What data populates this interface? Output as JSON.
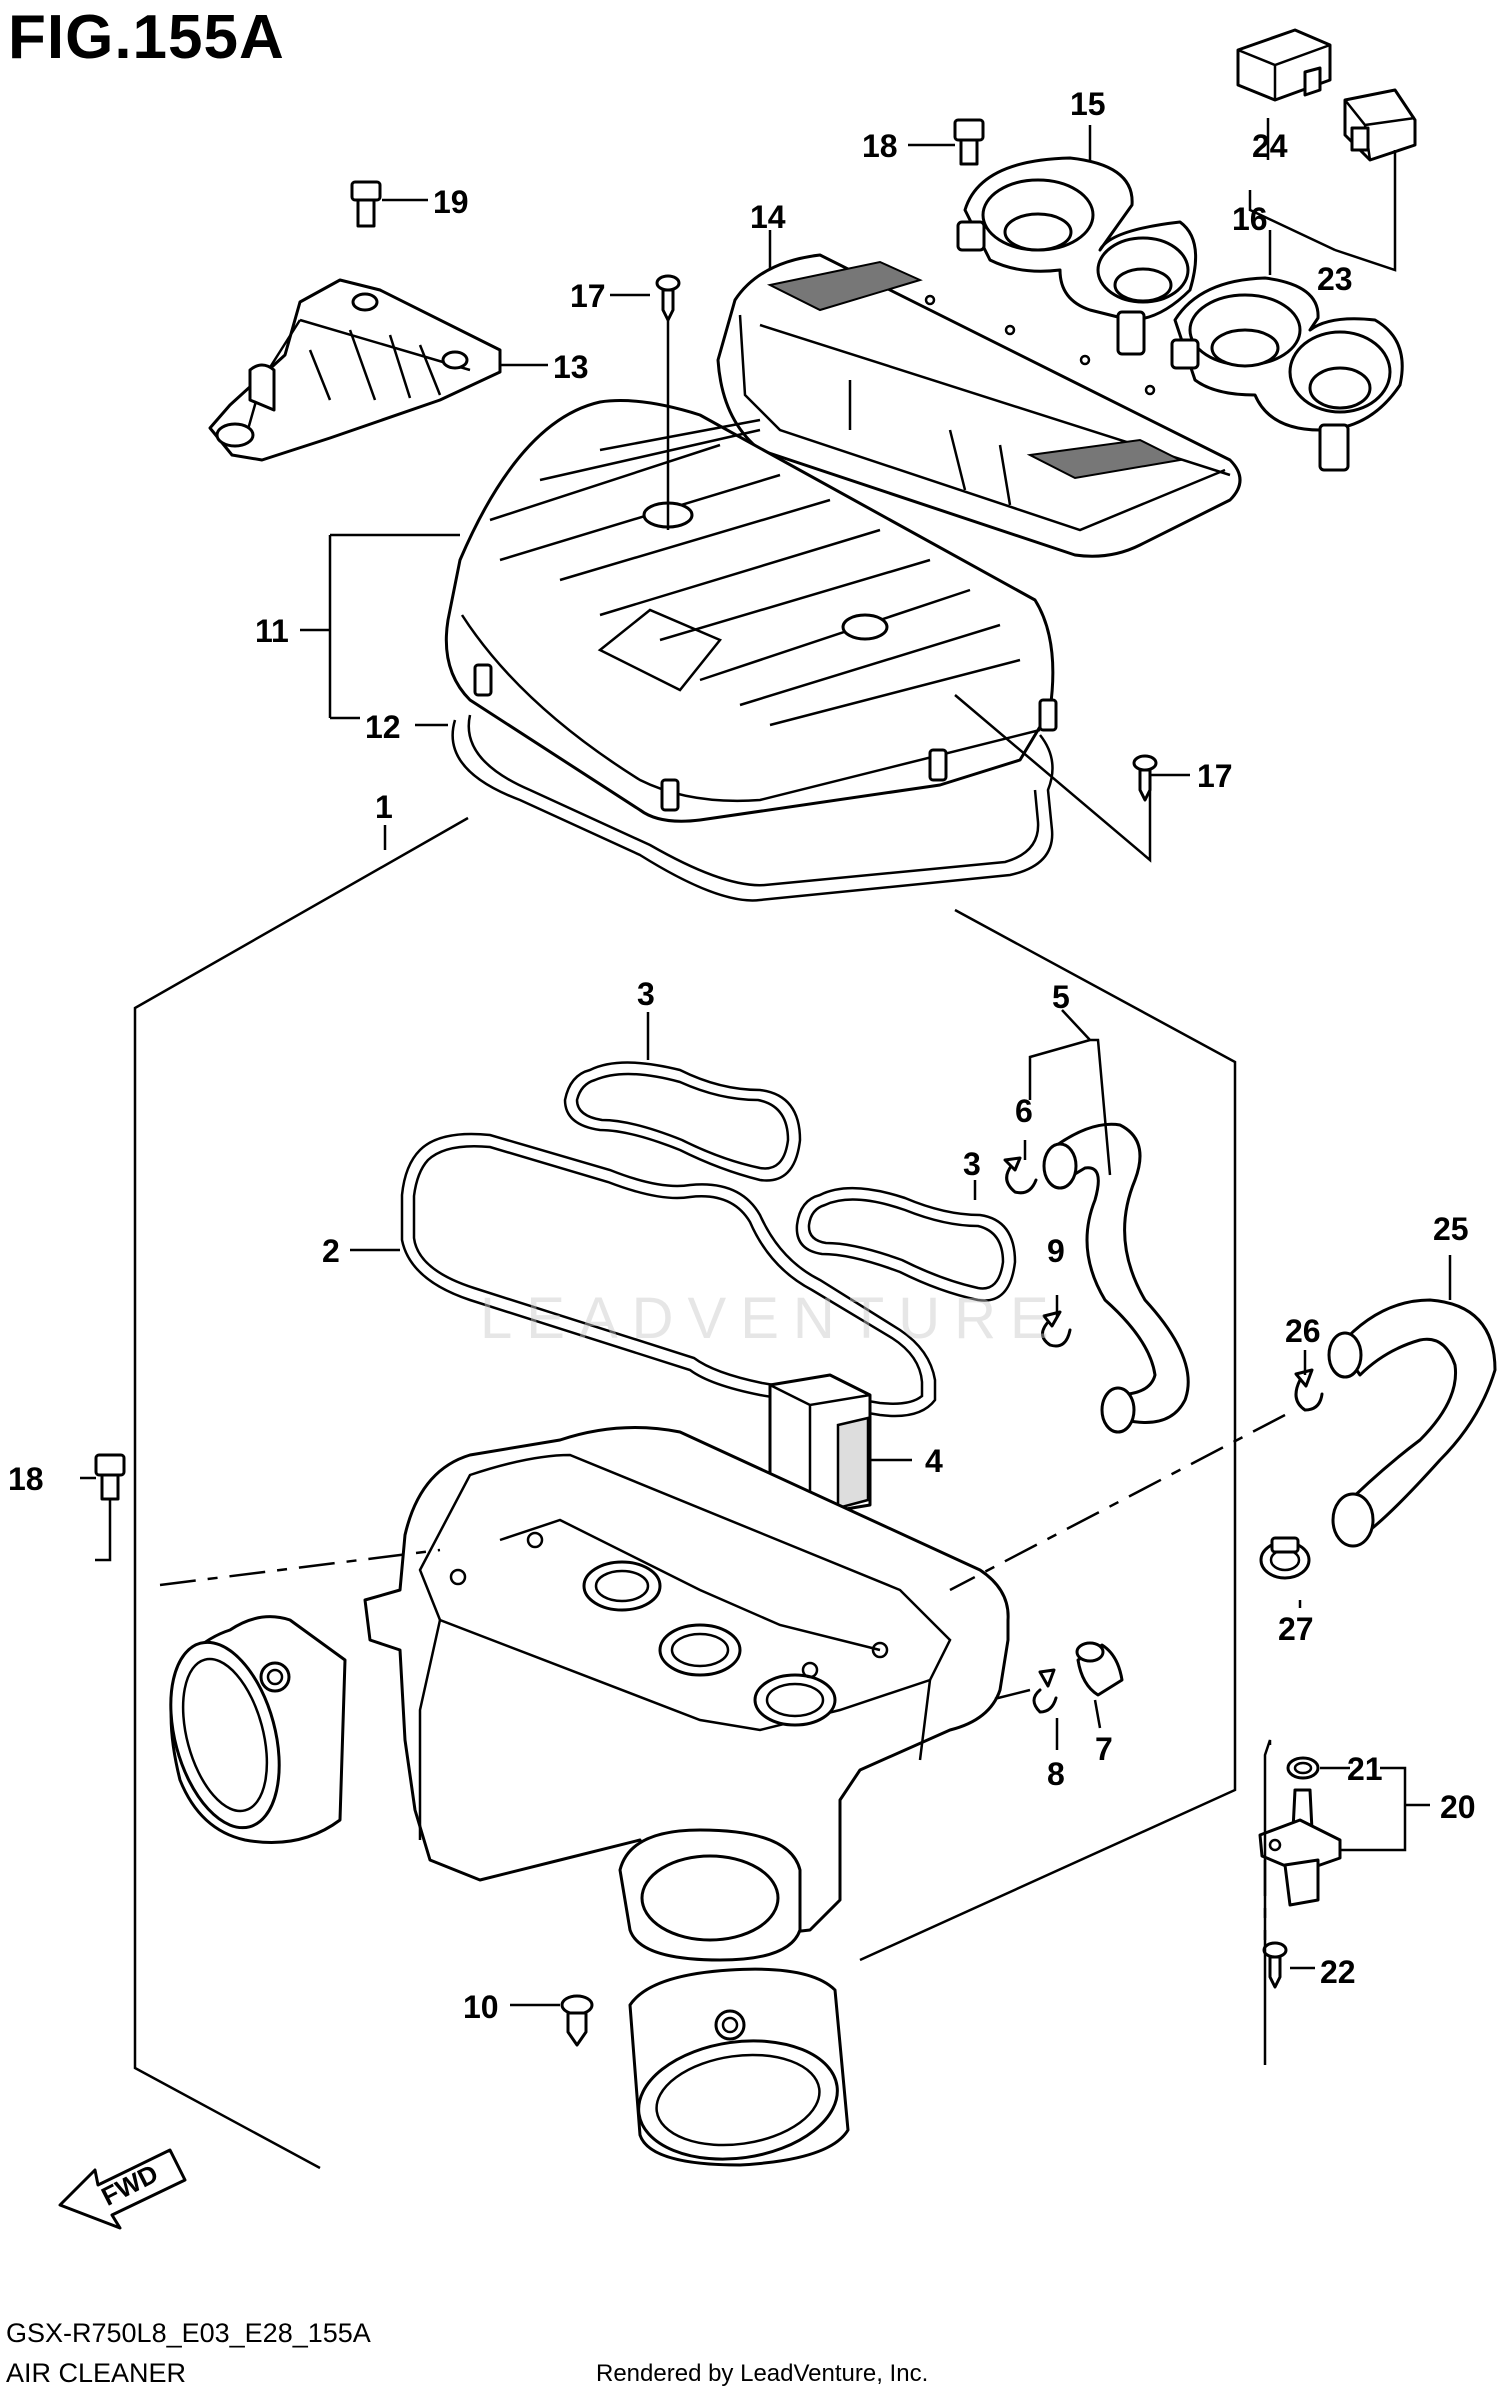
{
  "figure": {
    "title": "FIG.155A",
    "code": "GSX-R750L8_E03_E28_155A",
    "name": "AIR CLEANER",
    "credit": "Rendered by LeadVenture, Inc.",
    "watermark": "LEADVENTURE",
    "fwd_label": "FWD"
  },
  "callouts": [
    {
      "id": "c19",
      "label": "19"
    },
    {
      "id": "c13",
      "label": "13"
    },
    {
      "id": "c17a",
      "label": "17"
    },
    {
      "id": "c14",
      "label": "14"
    },
    {
      "id": "c18a",
      "label": "18"
    },
    {
      "id": "c15",
      "label": "15"
    },
    {
      "id": "c24",
      "label": "24"
    },
    {
      "id": "c16",
      "label": "16"
    },
    {
      "id": "c23",
      "label": "23"
    },
    {
      "id": "c11",
      "label": "11"
    },
    {
      "id": "c12",
      "label": "12"
    },
    {
      "id": "c17b",
      "label": "17"
    },
    {
      "id": "c1",
      "label": "1"
    },
    {
      "id": "c3a",
      "label": "3"
    },
    {
      "id": "c5",
      "label": "5"
    },
    {
      "id": "c6",
      "label": "6"
    },
    {
      "id": "c3b",
      "label": "3"
    },
    {
      "id": "c2",
      "label": "2"
    },
    {
      "id": "c9",
      "label": "9"
    },
    {
      "id": "c25",
      "label": "25"
    },
    {
      "id": "c26",
      "label": "26"
    },
    {
      "id": "c4",
      "label": "4"
    },
    {
      "id": "c18b",
      "label": "18"
    },
    {
      "id": "c27",
      "label": "27"
    },
    {
      "id": "c7",
      "label": "7"
    },
    {
      "id": "c8",
      "label": "8"
    },
    {
      "id": "c21",
      "label": "21"
    },
    {
      "id": "c20",
      "label": "20"
    },
    {
      "id": "c22",
      "label": "22"
    },
    {
      "id": "c10",
      "label": "10"
    }
  ]
}
